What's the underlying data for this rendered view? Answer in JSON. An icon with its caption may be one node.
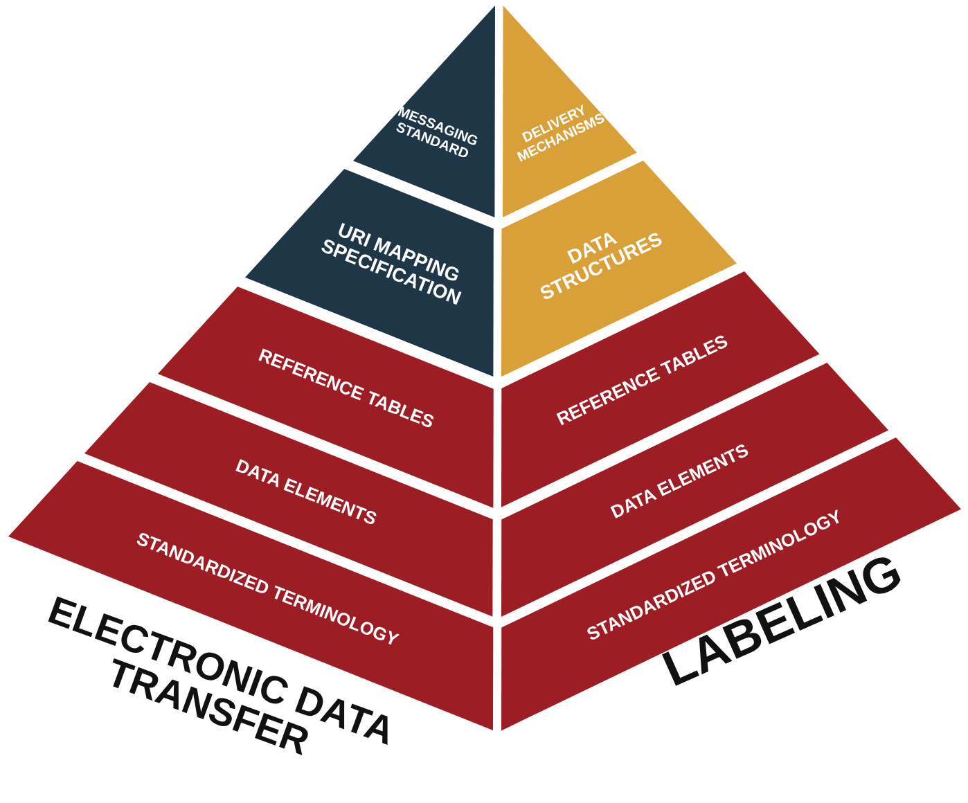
{
  "diagram": {
    "nodes": [
      {
        "text": [
          "MESSAGING STANDARD"
        ]
      },
      {
        "text": [
          "URI MAPPING SPECIFICATION"
        ]
      },
      {
        "text": [
          "REFERENCE TABLES"
        ]
      },
      {
        "text": [
          "DATA ELEMENTS"
        ]
      },
      {
        "text": [
          "STANDARDIZED TERMINOLOGY"
        ]
      },
      {
        "text": [
          "DELIVERY MECHANISMS"
        ]
      },
      {
        "text": [
          "DATA STRUCTURES"
        ]
      },
      {
        "text": [
          "REFERENCE TABLES"
        ]
      },
      {
        "text": [
          "DATA ELEMENTS"
        ]
      },
      {
        "text": [
          "STANDARDIZED TERMINOLOGY"
        ]
      }
    ],
    "labels": [
      "ELECTRONIC DATA TRANSFER",
      "LABELING"
    ]
  }
}
